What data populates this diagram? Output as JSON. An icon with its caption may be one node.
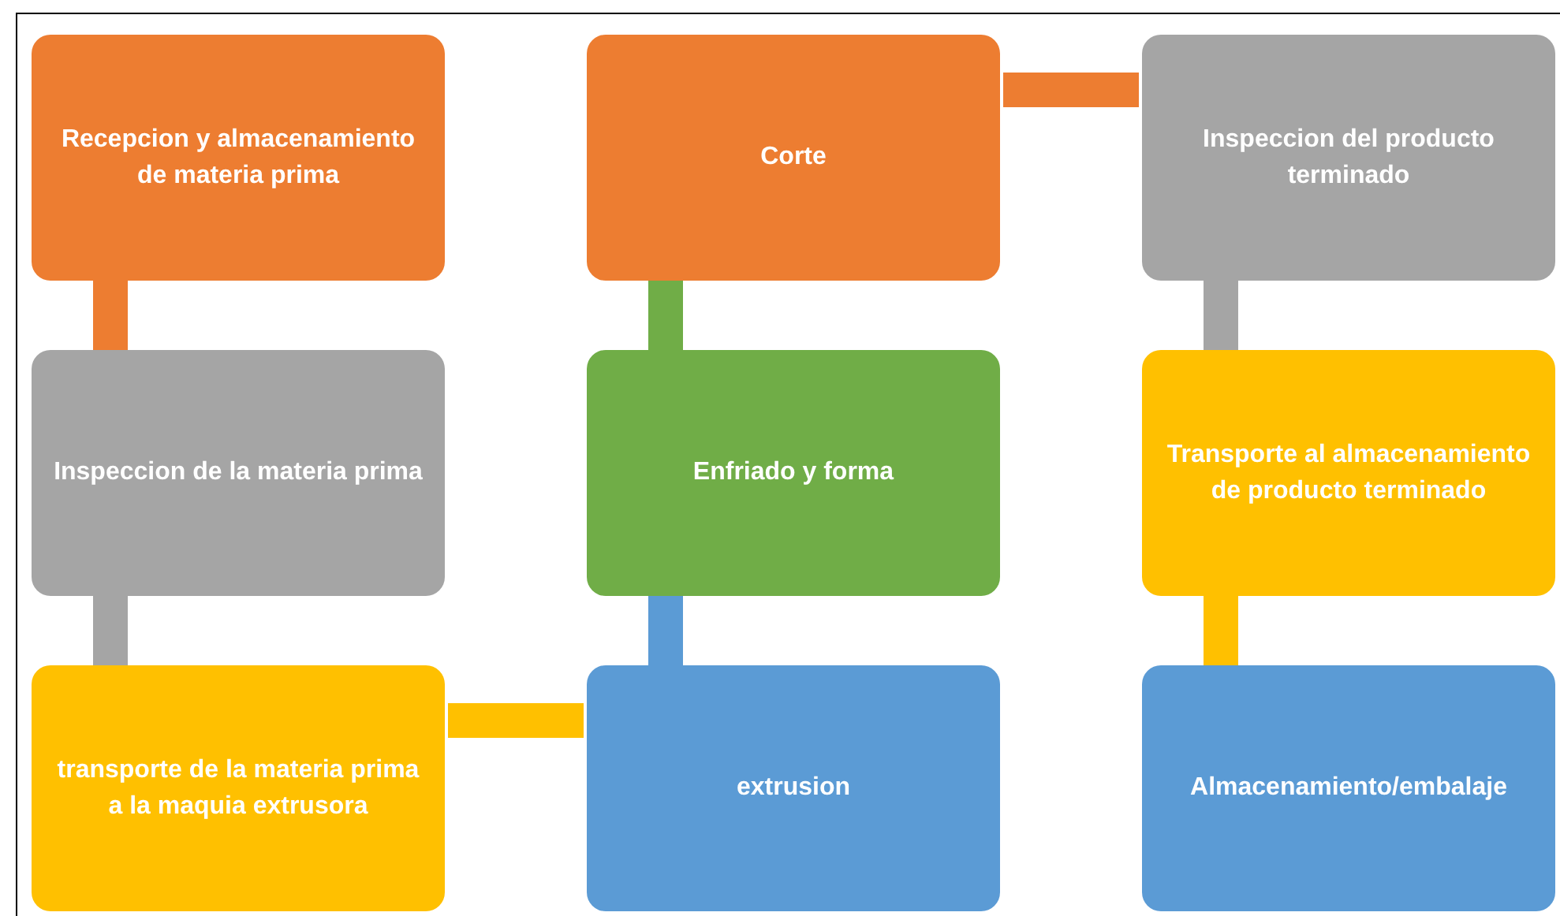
{
  "diagram": {
    "nodes": [
      {
        "text": [
          "Recepcion y almacenamiento de materia prima"
        ]
      },
      {
        "text": [
          "Inspeccion de la materia prima"
        ]
      },
      {
        "text": [
          "transporte de la materia prima a la maquia extrusora"
        ]
      },
      {
        "text": [
          "extrusion"
        ]
      },
      {
        "text": [
          "Enfriado y forma"
        ]
      },
      {
        "text": [
          "Corte"
        ]
      },
      {
        "text": [
          "Inspeccion del producto terminado"
        ]
      },
      {
        "text": [
          "Transporte al almacenamiento de producto terminado"
        ]
      },
      {
        "text": [
          "Almacenamiento/embalaje"
        ]
      }
    ],
    "edges": [
      {
        "from": 0,
        "to": 1,
        "arrow": "none",
        "color": "#ed7d31"
      },
      {
        "from": 1,
        "to": 2,
        "arrow": "none",
        "color": "#a5a5a5"
      },
      {
        "from": 2,
        "to": 3,
        "arrow": "none",
        "color": "#ffc000"
      },
      {
        "from": 3,
        "to": 4,
        "arrow": "none",
        "color": "#5b9bd5"
      },
      {
        "from": 4,
        "to": 5,
        "arrow": "none",
        "color": "#70ad47"
      },
      {
        "from": 5,
        "to": 6,
        "arrow": "none",
        "color": "#ed7d31"
      },
      {
        "from": 6,
        "to": 7,
        "arrow": "none",
        "color": "#a5a5a5"
      },
      {
        "from": 7,
        "to": 8,
        "arrow": "none",
        "color": "#ffc000"
      }
    ]
  }
}
